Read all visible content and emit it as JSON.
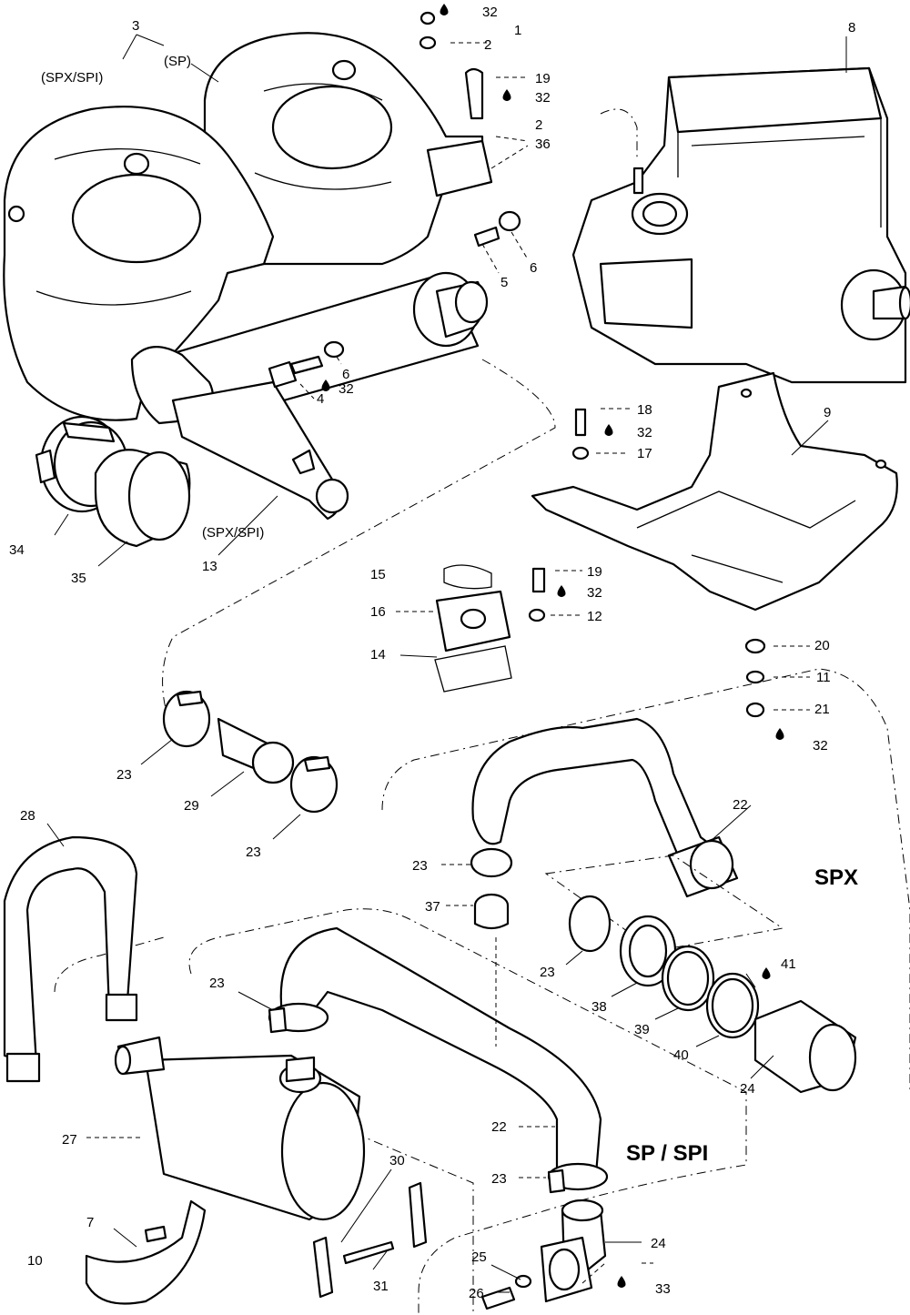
{
  "callouts": [
    {
      "id": "c1",
      "text": "1"
    },
    {
      "id": "c2a",
      "text": "2"
    },
    {
      "id": "c2b",
      "text": "2"
    },
    {
      "id": "c3",
      "text": "3"
    },
    {
      "id": "c4",
      "text": "4"
    },
    {
      "id": "c5",
      "text": "5"
    },
    {
      "id": "c6a",
      "text": "6"
    },
    {
      "id": "c6b",
      "text": "6"
    },
    {
      "id": "c7",
      "text": "7"
    },
    {
      "id": "c8",
      "text": "8"
    },
    {
      "id": "c9",
      "text": "9"
    },
    {
      "id": "c10",
      "text": "10"
    },
    {
      "id": "c11",
      "text": "11"
    },
    {
      "id": "c12",
      "text": "12"
    },
    {
      "id": "c13",
      "text": "13"
    },
    {
      "id": "c14",
      "text": "14"
    },
    {
      "id": "c15",
      "text": "15"
    },
    {
      "id": "c16",
      "text": "16"
    },
    {
      "id": "c17",
      "text": "17"
    },
    {
      "id": "c18",
      "text": "18"
    },
    {
      "id": "c19a",
      "text": "19"
    },
    {
      "id": "c19b",
      "text": "19"
    },
    {
      "id": "c20",
      "text": "20"
    },
    {
      "id": "c21",
      "text": "21"
    },
    {
      "id": "c22a",
      "text": "22"
    },
    {
      "id": "c22b",
      "text": "22"
    },
    {
      "id": "c23a",
      "text": "23"
    },
    {
      "id": "c23b",
      "text": "23"
    },
    {
      "id": "c23c",
      "text": "23"
    },
    {
      "id": "c23d",
      "text": "23"
    },
    {
      "id": "c23e",
      "text": "23"
    },
    {
      "id": "c23f",
      "text": "23"
    },
    {
      "id": "c24a",
      "text": "24"
    },
    {
      "id": "c24b",
      "text": "24"
    },
    {
      "id": "c25",
      "text": "25"
    },
    {
      "id": "c26",
      "text": "26"
    },
    {
      "id": "c27",
      "text": "27"
    },
    {
      "id": "c28",
      "text": "28"
    },
    {
      "id": "c29",
      "text": "29"
    },
    {
      "id": "c30",
      "text": "30"
    },
    {
      "id": "c31",
      "text": "31"
    },
    {
      "id": "c32a",
      "text": "32"
    },
    {
      "id": "c32b",
      "text": "32"
    },
    {
      "id": "c32c",
      "text": "32"
    },
    {
      "id": "c32d",
      "text": "32"
    },
    {
      "id": "c32e",
      "text": "32"
    },
    {
      "id": "c32f",
      "text": "32"
    },
    {
      "id": "c33",
      "text": "33"
    },
    {
      "id": "c34",
      "text": "34"
    },
    {
      "id": "c35",
      "text": "35"
    },
    {
      "id": "c36",
      "text": "36"
    },
    {
      "id": "c37",
      "text": "37"
    },
    {
      "id": "c38",
      "text": "38"
    },
    {
      "id": "c39",
      "text": "39"
    },
    {
      "id": "c40",
      "text": "40"
    },
    {
      "id": "c41",
      "text": "41"
    }
  ],
  "variant_labels": {
    "spx_spi_top": "(SPX/SPI)",
    "sp_top": "(SP)",
    "spx_spi_13": "(SPX/SPI)"
  },
  "group_labels": {
    "spx": "SPX",
    "sp_spi": "SP / SPI"
  }
}
